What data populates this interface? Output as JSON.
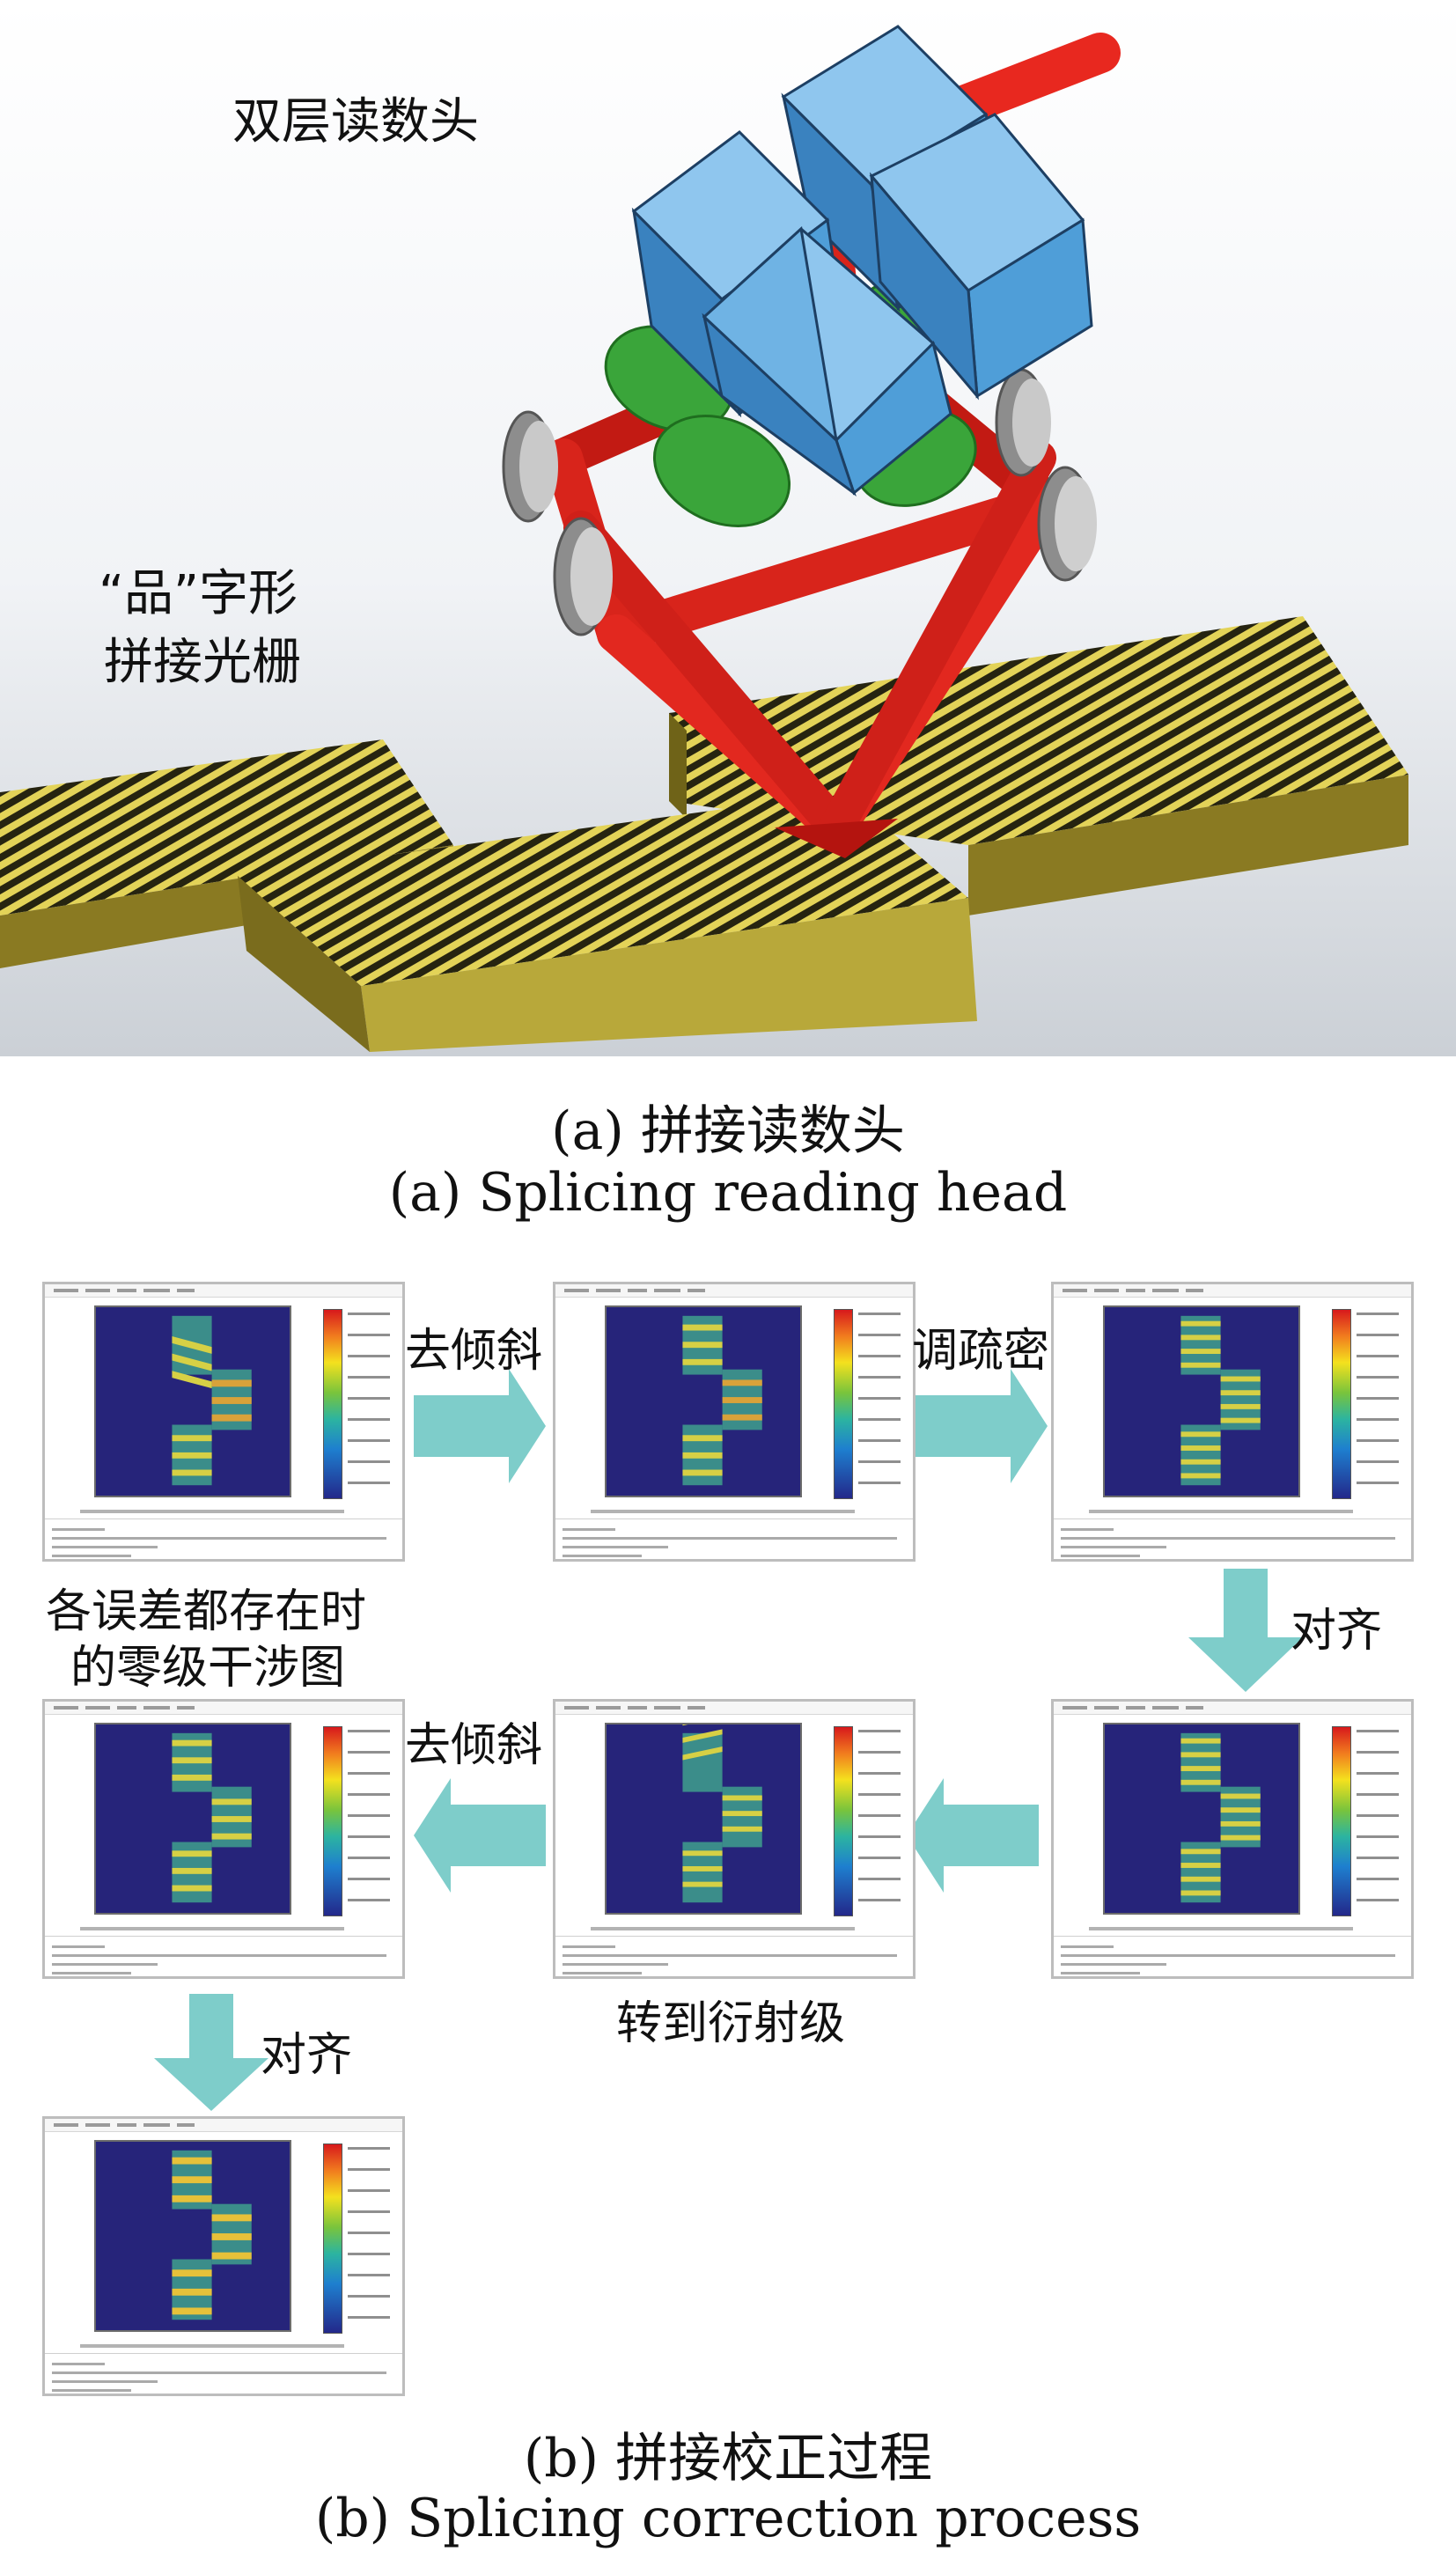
{
  "part_a": {
    "label_reading_head": "双层读数头",
    "label_grating_line1": "“品”字形",
    "label_grating_line2": "拼接光栅",
    "caption_cn": "(a) 拼接读数头",
    "caption_en": "(a) Splicing reading head"
  },
  "part_b": {
    "steps": {
      "remove_tilt_1": "去倾斜",
      "adjust_density": "调疏密",
      "align_1": "对齐",
      "initial_line1": "各误差都存在时",
      "initial_line2": "的零级干涉图",
      "remove_tilt_2": "去倾斜",
      "to_diffraction_order": "转到衍射级",
      "align_2": "对齐"
    },
    "caption_cn": "(b) 拼接校正过程",
    "caption_en": "(b) Splicing correction process"
  },
  "colors": {
    "rod_red": "#e8281f",
    "head_blue": "#4f9ed8",
    "ring_green": "#3aa53a",
    "grating_gold": "#d8c64a",
    "grating_side": "#8a7a22",
    "arrow_teal": "#7ecdca",
    "plot_navy": "#26247a"
  }
}
